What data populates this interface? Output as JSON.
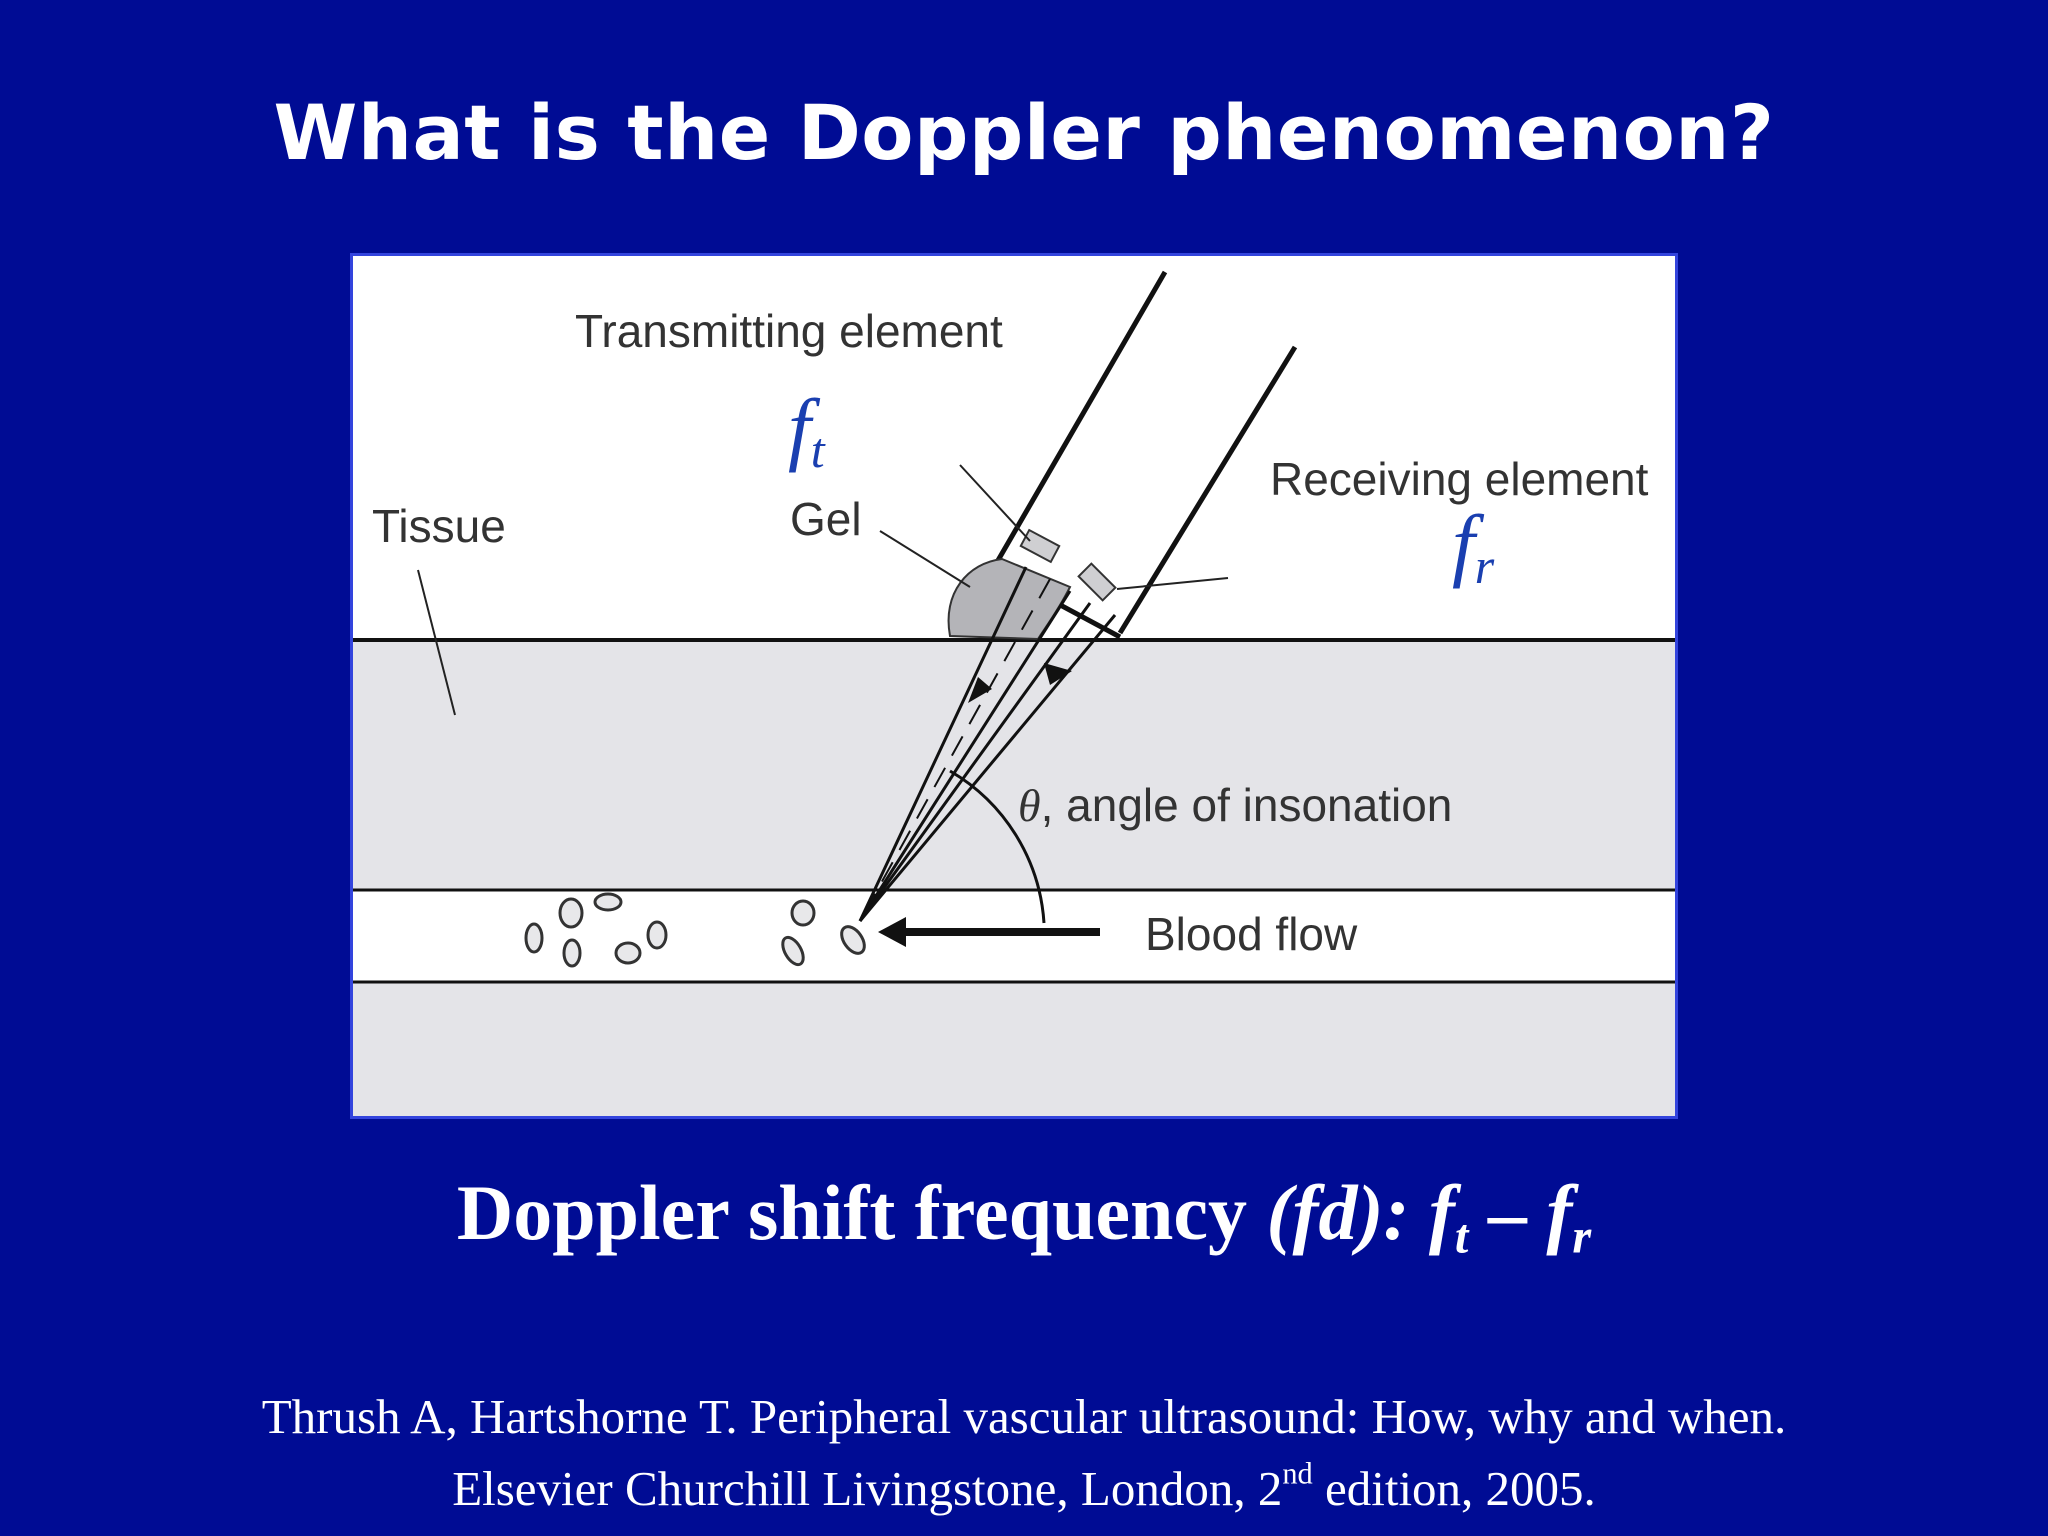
{
  "slide": {
    "title": "What is the Doppler phenomenon?"
  },
  "diagram": {
    "labels": {
      "transmitting_element": "Transmitting element",
      "receiving_element": "Receiving element",
      "tissue": "Tissue",
      "gel": "Gel",
      "angle": ", angle of insonation",
      "angle_symbol": "θ",
      "blood_flow": "Blood flow"
    },
    "frequency_labels": {
      "transmitted": {
        "base": "f",
        "subscript": "t"
      },
      "received": {
        "base": "f",
        "subscript": "r"
      }
    }
  },
  "formula": {
    "prefix": "Doppler shift frequency ",
    "variable": "(fd):",
    "term1_base": "f",
    "term1_sub": "t",
    "operator": " – ",
    "term2_base": "f",
    "term2_sub": "r"
  },
  "citation": {
    "line1": "Thrush A, Hartshorne T. Peripheral vascular ultrasound: How, why and when.",
    "line2_before": "Elsevier Churchill Livingstone, London, 2",
    "line2_sup": "nd",
    "line2_after": " edition, 2005."
  },
  "colors": {
    "background": "#000c94",
    "frequency_label": "#1a3fb0",
    "tissue_fill": "#e4e4e8",
    "panel_border": "#3344dd"
  }
}
